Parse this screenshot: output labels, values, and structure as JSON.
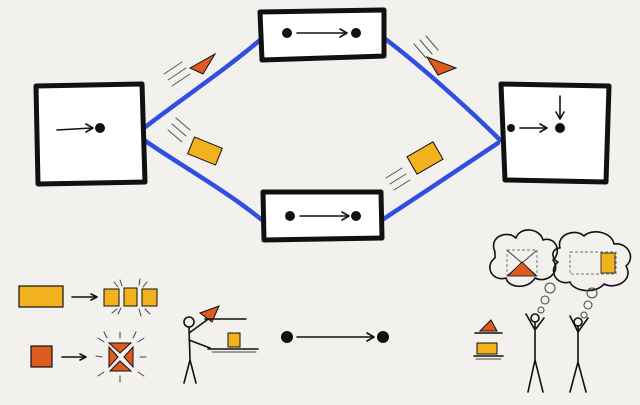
{
  "colors": {
    "background": "#f3f1ee",
    "edge": "#2f4fe0",
    "packet_rect": "#f2b21d",
    "packet_triangle": "#de5a1e",
    "ink": "#111111"
  },
  "nodes": [
    {
      "id": "source",
      "shape": "box",
      "icon": "arrow-into-dot-icon"
    },
    {
      "id": "relay-top",
      "shape": "wide-box",
      "icon": "dot-arrow-dot-icon"
    },
    {
      "id": "relay-bottom",
      "shape": "wide-box",
      "icon": "dot-arrow-dot-icon"
    },
    {
      "id": "sink",
      "shape": "box",
      "icon": "two-arrows-into-dot-icon"
    }
  ],
  "edges": [
    {
      "from": "source",
      "to": "relay-top"
    },
    {
      "from": "relay-top",
      "to": "sink"
    },
    {
      "from": "source",
      "to": "relay-bottom"
    },
    {
      "from": "relay-bottom",
      "to": "sink"
    }
  ],
  "packets": [
    {
      "edge": "source-relay-top",
      "shape": "triangle"
    },
    {
      "edge": "relay-top-sink",
      "shape": "triangle"
    },
    {
      "edge": "source-relay-bottom",
      "shape": "rectangle"
    },
    {
      "edge": "relay-bottom-sink",
      "shape": "rectangle"
    }
  ],
  "legend": [
    {
      "id": "rectangle-splits-into-pieces",
      "icon": "rectangle-split-icon"
    },
    {
      "id": "square-breaks-into-shards",
      "icon": "square-shatter-icon"
    },
    {
      "id": "person-stacks-shapes",
      "icon": "person-stacking-icon"
    },
    {
      "id": "dot-to-dot-arrow",
      "icon": "dot-arrow-dot-icon"
    },
    {
      "id": "two-people-imagine-shapes",
      "icon": "thought-bubbles-icon"
    }
  ]
}
